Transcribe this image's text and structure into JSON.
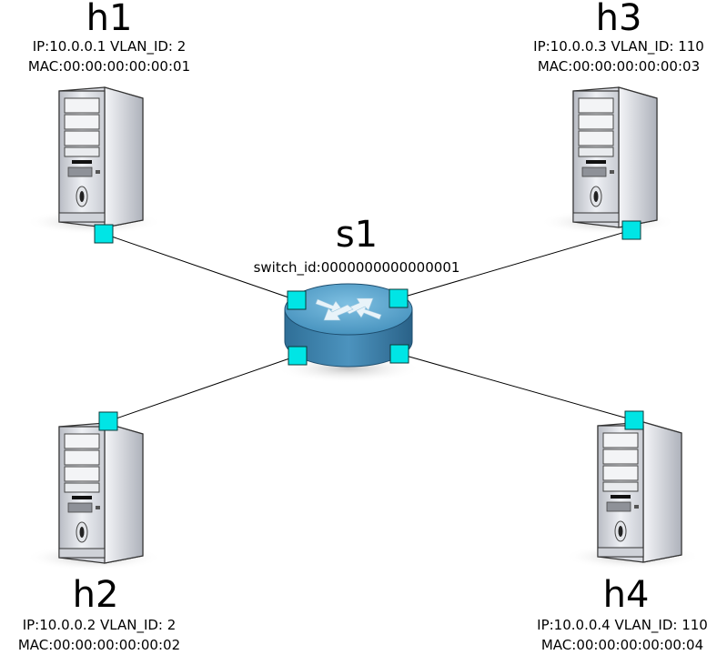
{
  "switch": {
    "name": "s1",
    "id_text": "switch_id:0000000000000001"
  },
  "hosts": [
    {
      "name": "h1",
      "ip_vlan": "IP:10.0.0.1  VLAN_ID: 2",
      "mac": "MAC:00:00:00:00:00:01"
    },
    {
      "name": "h2",
      "ip_vlan": "IP:10.0.0.2 VLAN_ID: 2",
      "mac": "MAC:00:00:00:00:00:02"
    },
    {
      "name": "h3",
      "ip_vlan": "IP:10.0.0.3 VLAN_ID: 110",
      "mac": "MAC:00:00:00:00:00:03"
    },
    {
      "name": "h4",
      "ip_vlan": "IP:10.0.0.4 VLAN_ID: 110",
      "mac": "MAC:00:00:00:00:00:04"
    }
  ],
  "colors": {
    "port": "#00e5e5",
    "switch_body": "#3a7fa8",
    "switch_top": "#5aa6cf",
    "link": "#000000"
  }
}
